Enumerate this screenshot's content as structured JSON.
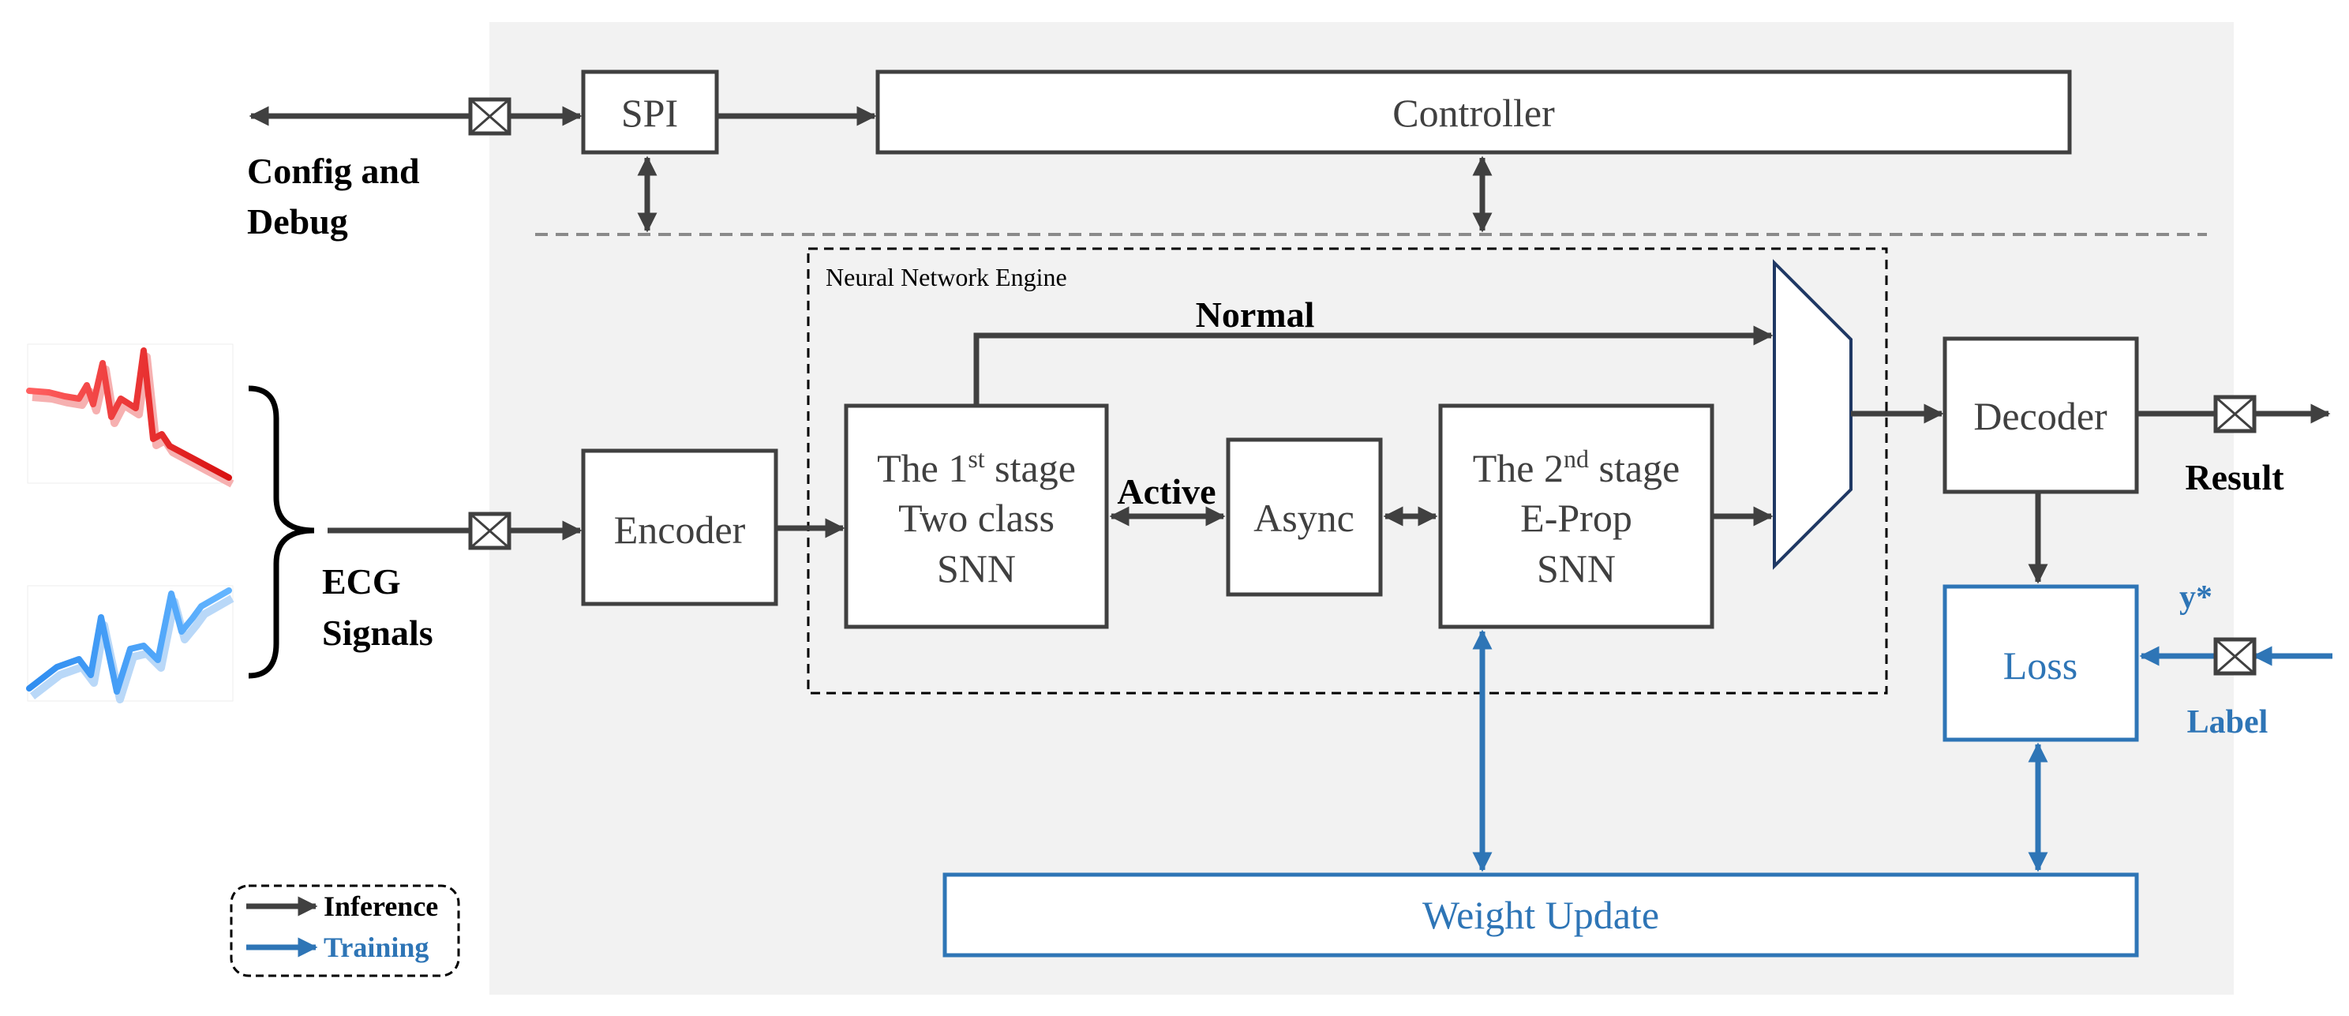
{
  "blocks": {
    "spi": "SPI",
    "controller": "Controller",
    "encoder": "Encoder",
    "async": "Async",
    "decoder": "Decoder",
    "loss": "Loss",
    "weight_update": "Weight Update"
  },
  "stage1": {
    "line1_prefix": "The 1",
    "line1_sup": "st",
    "line1_suffix": " stage",
    "line2": "Two class",
    "line3": "SNN"
  },
  "stage2": {
    "line1_prefix": "The 2",
    "line1_sup": "nd",
    "line1_suffix": " stage",
    "line2": "E-Prop",
    "line3": "SNN"
  },
  "labels": {
    "config_line1": "Config and",
    "config_line2": "Debug",
    "ecg_line1": "ECG",
    "ecg_line2": "Signals",
    "nn_engine": "Neural Network Engine",
    "normal": "Normal",
    "active": "Active",
    "result": "Result",
    "y_star": "y*",
    "label": "Label"
  },
  "legend": {
    "inference": "Inference",
    "training": "Training"
  },
  "colors": {
    "inference": "#404040",
    "training": "#2e75b6",
    "chip_background": "#f2f2f2",
    "ecg_top": "#e02020",
    "ecg_bottom": "#1e7be0"
  }
}
